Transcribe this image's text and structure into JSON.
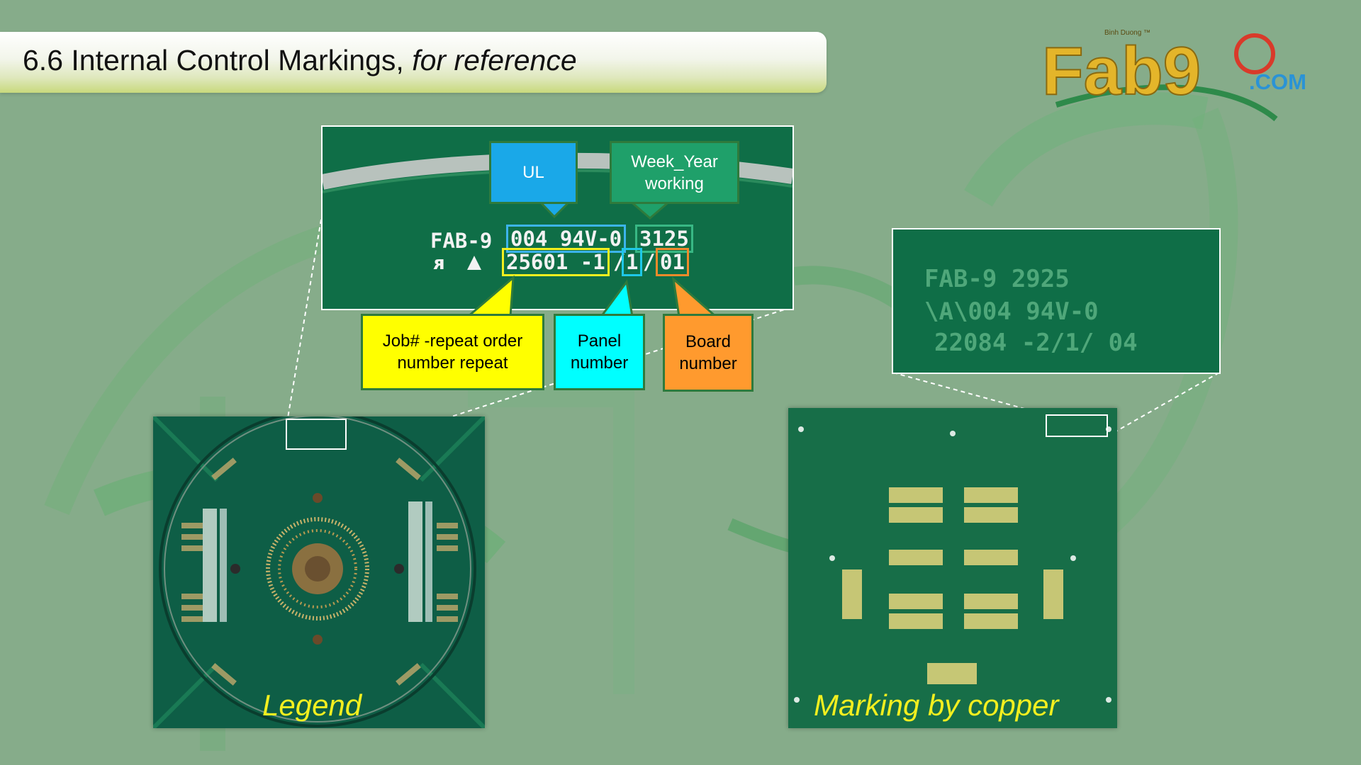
{
  "slide": {
    "title_main": "6.6 Internal Control Markings, ",
    "title_italic": "for reference"
  },
  "logo": {
    "word": "Fab9",
    "suffix": ".COM",
    "subtitle": "Binh Duong ™"
  },
  "legend_zoom": {
    "line1_prefix": "FAB-9",
    "ul_code": "004 94V-0",
    "week_year_code": "3125",
    "job_code": "25601 -1",
    "panel_code": "1",
    "board_code": "01",
    "separator": "/"
  },
  "callouts": {
    "ul": "UL",
    "week_year_line1": "Week_Year",
    "week_year_line2": "working",
    "job_line1": "Job# -repeat order",
    "job_line2": "number repeat",
    "panel_line1": "Panel",
    "panel_line2": "number",
    "board_line1": "Board",
    "board_line2": "number"
  },
  "copper_zoom": {
    "line1": "FAB-9   2925",
    "line2": "\\A\\004 94V-0",
    "line3": "22084 -2/1/ 04"
  },
  "captions": {
    "left": "Legend",
    "right": "Marking by copper"
  },
  "colors": {
    "background": "#86ac8a",
    "ul_callout": "#1aa8e8",
    "week_callout": "#1fa06a",
    "job_callout": "#ffff00",
    "panel_callout": "#00ffff",
    "board_callout": "#ff9a2e",
    "caption": "#f3ef1f",
    "pcb_green": "#0f6e47"
  }
}
